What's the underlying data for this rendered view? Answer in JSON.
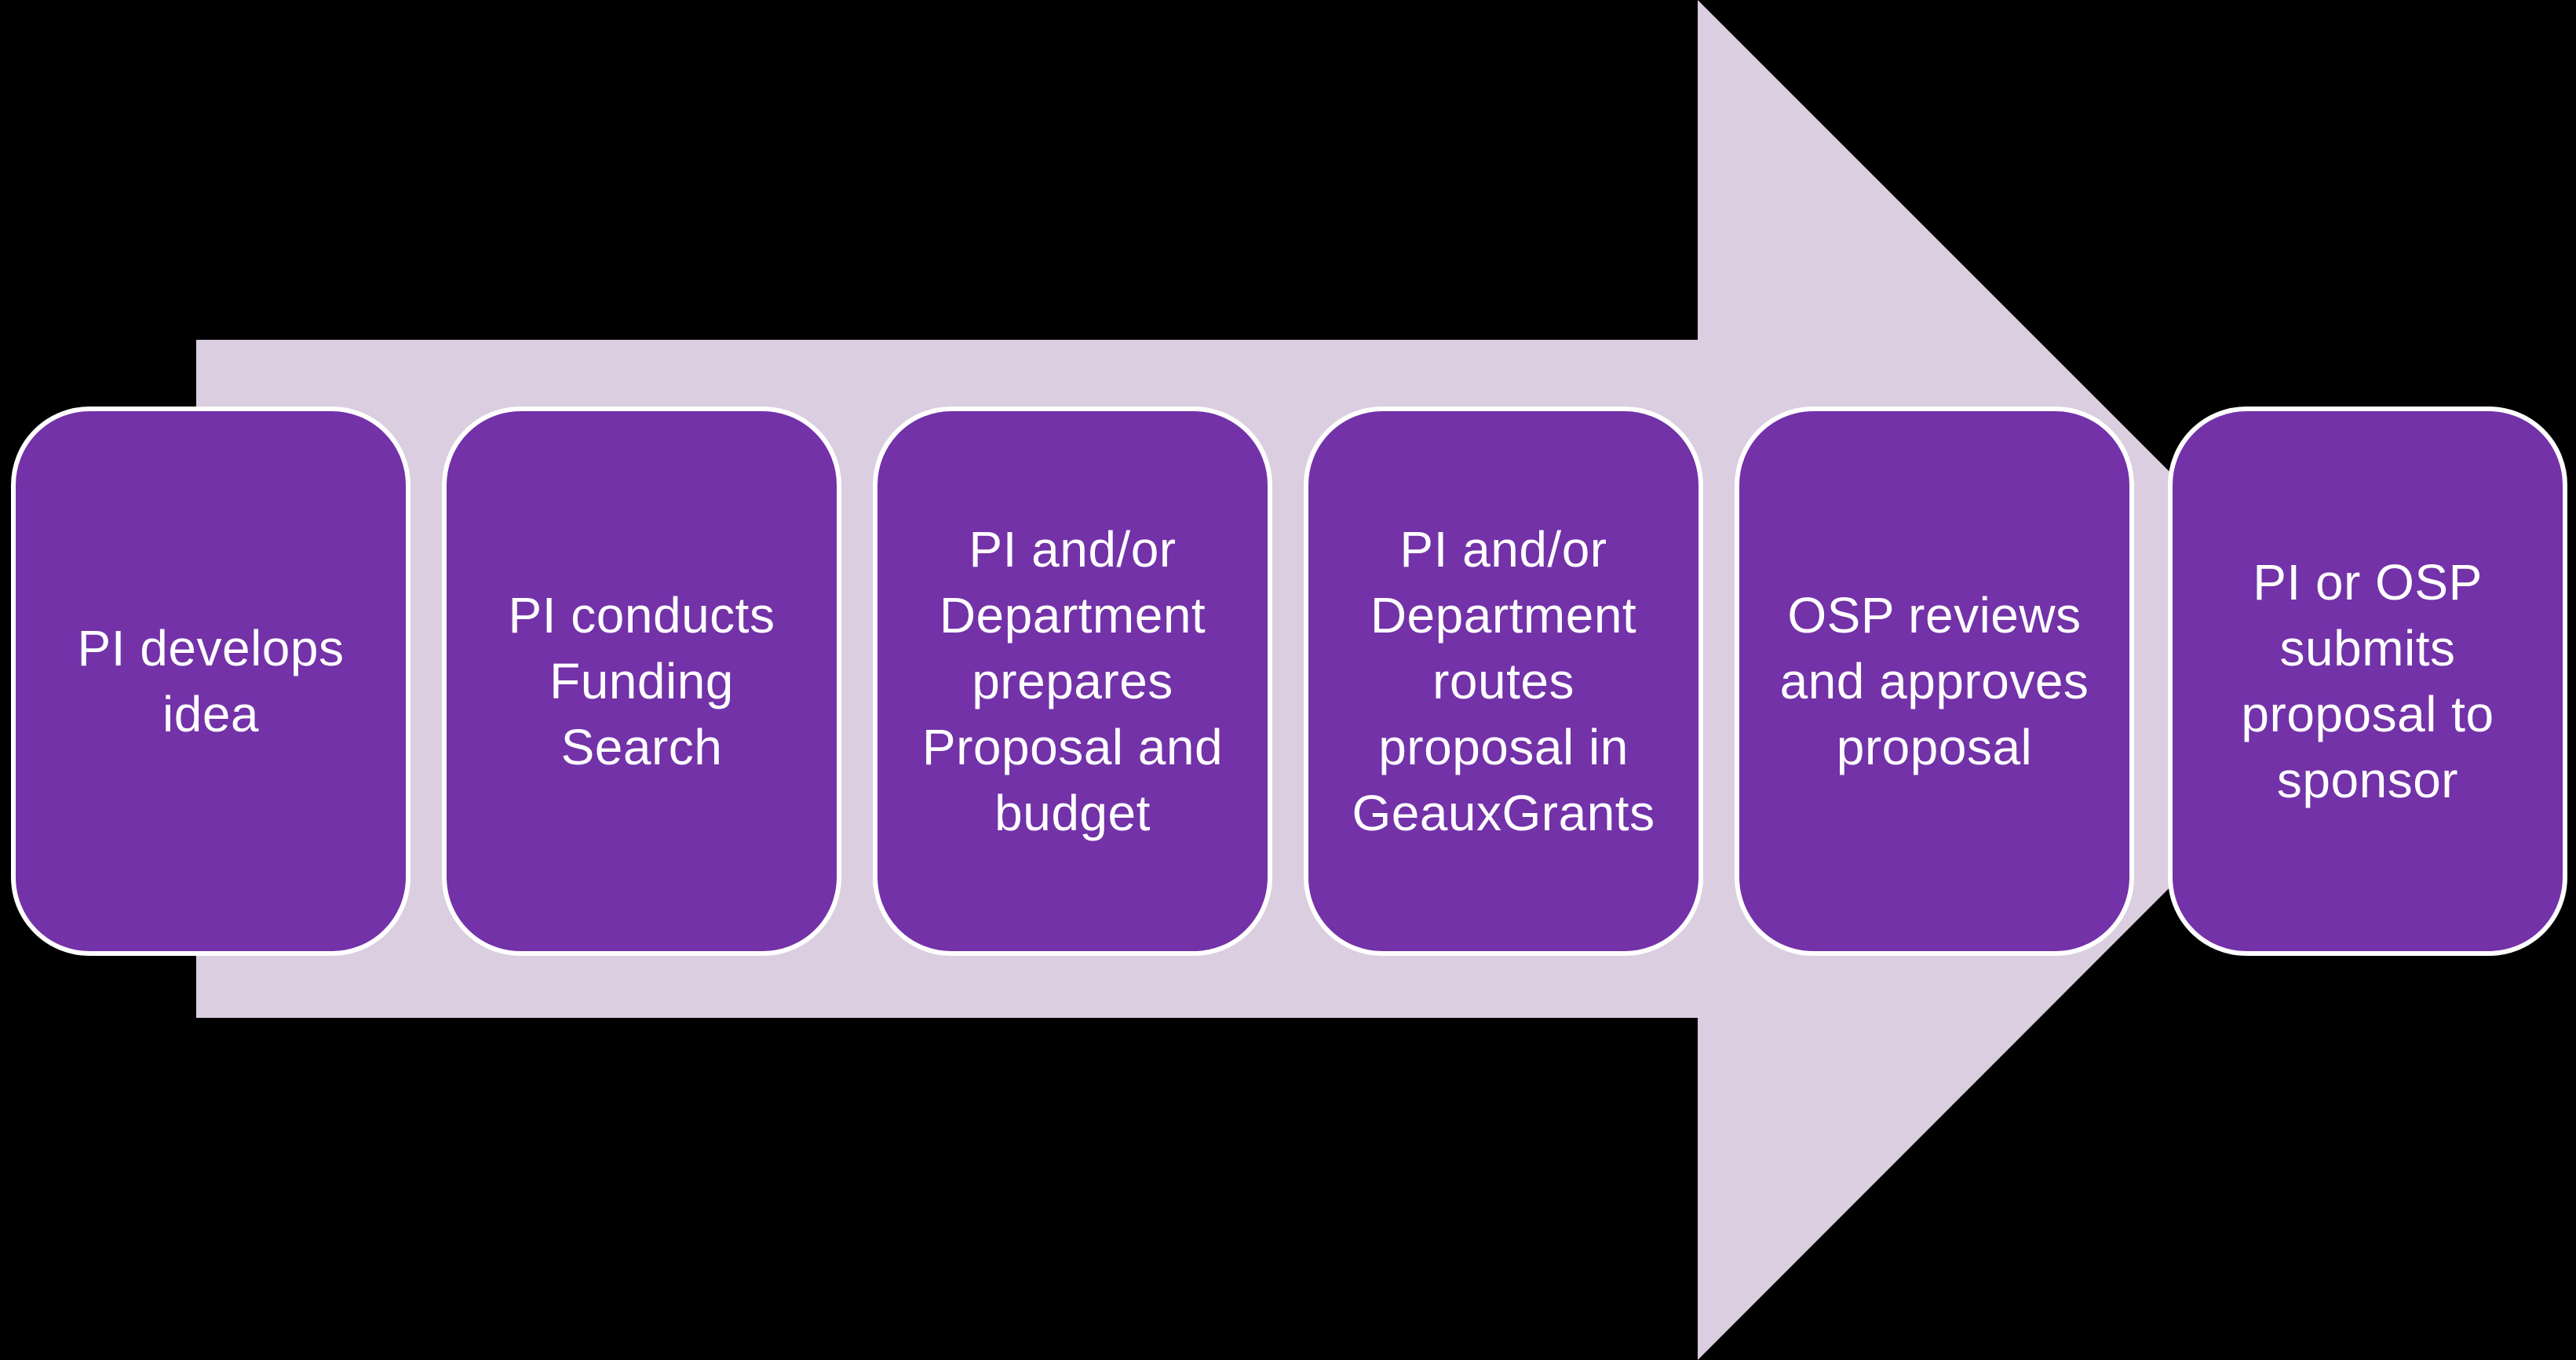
{
  "diagram": {
    "type": "process-flow-block-arrow",
    "direction": "right",
    "steps": [
      {
        "label": "PI develops\nidea"
      },
      {
        "label": "PI conducts\nFunding\nSearch"
      },
      {
        "label": "PI and/or\nDepartment\nprepares\nProposal and\nbudget"
      },
      {
        "label": "PI and/or\nDepartment\nroutes\nproposal in\nGeauxGrants"
      },
      {
        "label": "OSP reviews\nand approves\nproposal"
      },
      {
        "label": "PI or OSP\nsubmits\nproposal to\nsponsor"
      }
    ]
  },
  "colors": {
    "background": "#000000",
    "arrow-fill": "#DBCEE0",
    "box-fill": "#7332A8",
    "box-border": "#FFFFFF",
    "text-color": "#FFFFFF"
  }
}
